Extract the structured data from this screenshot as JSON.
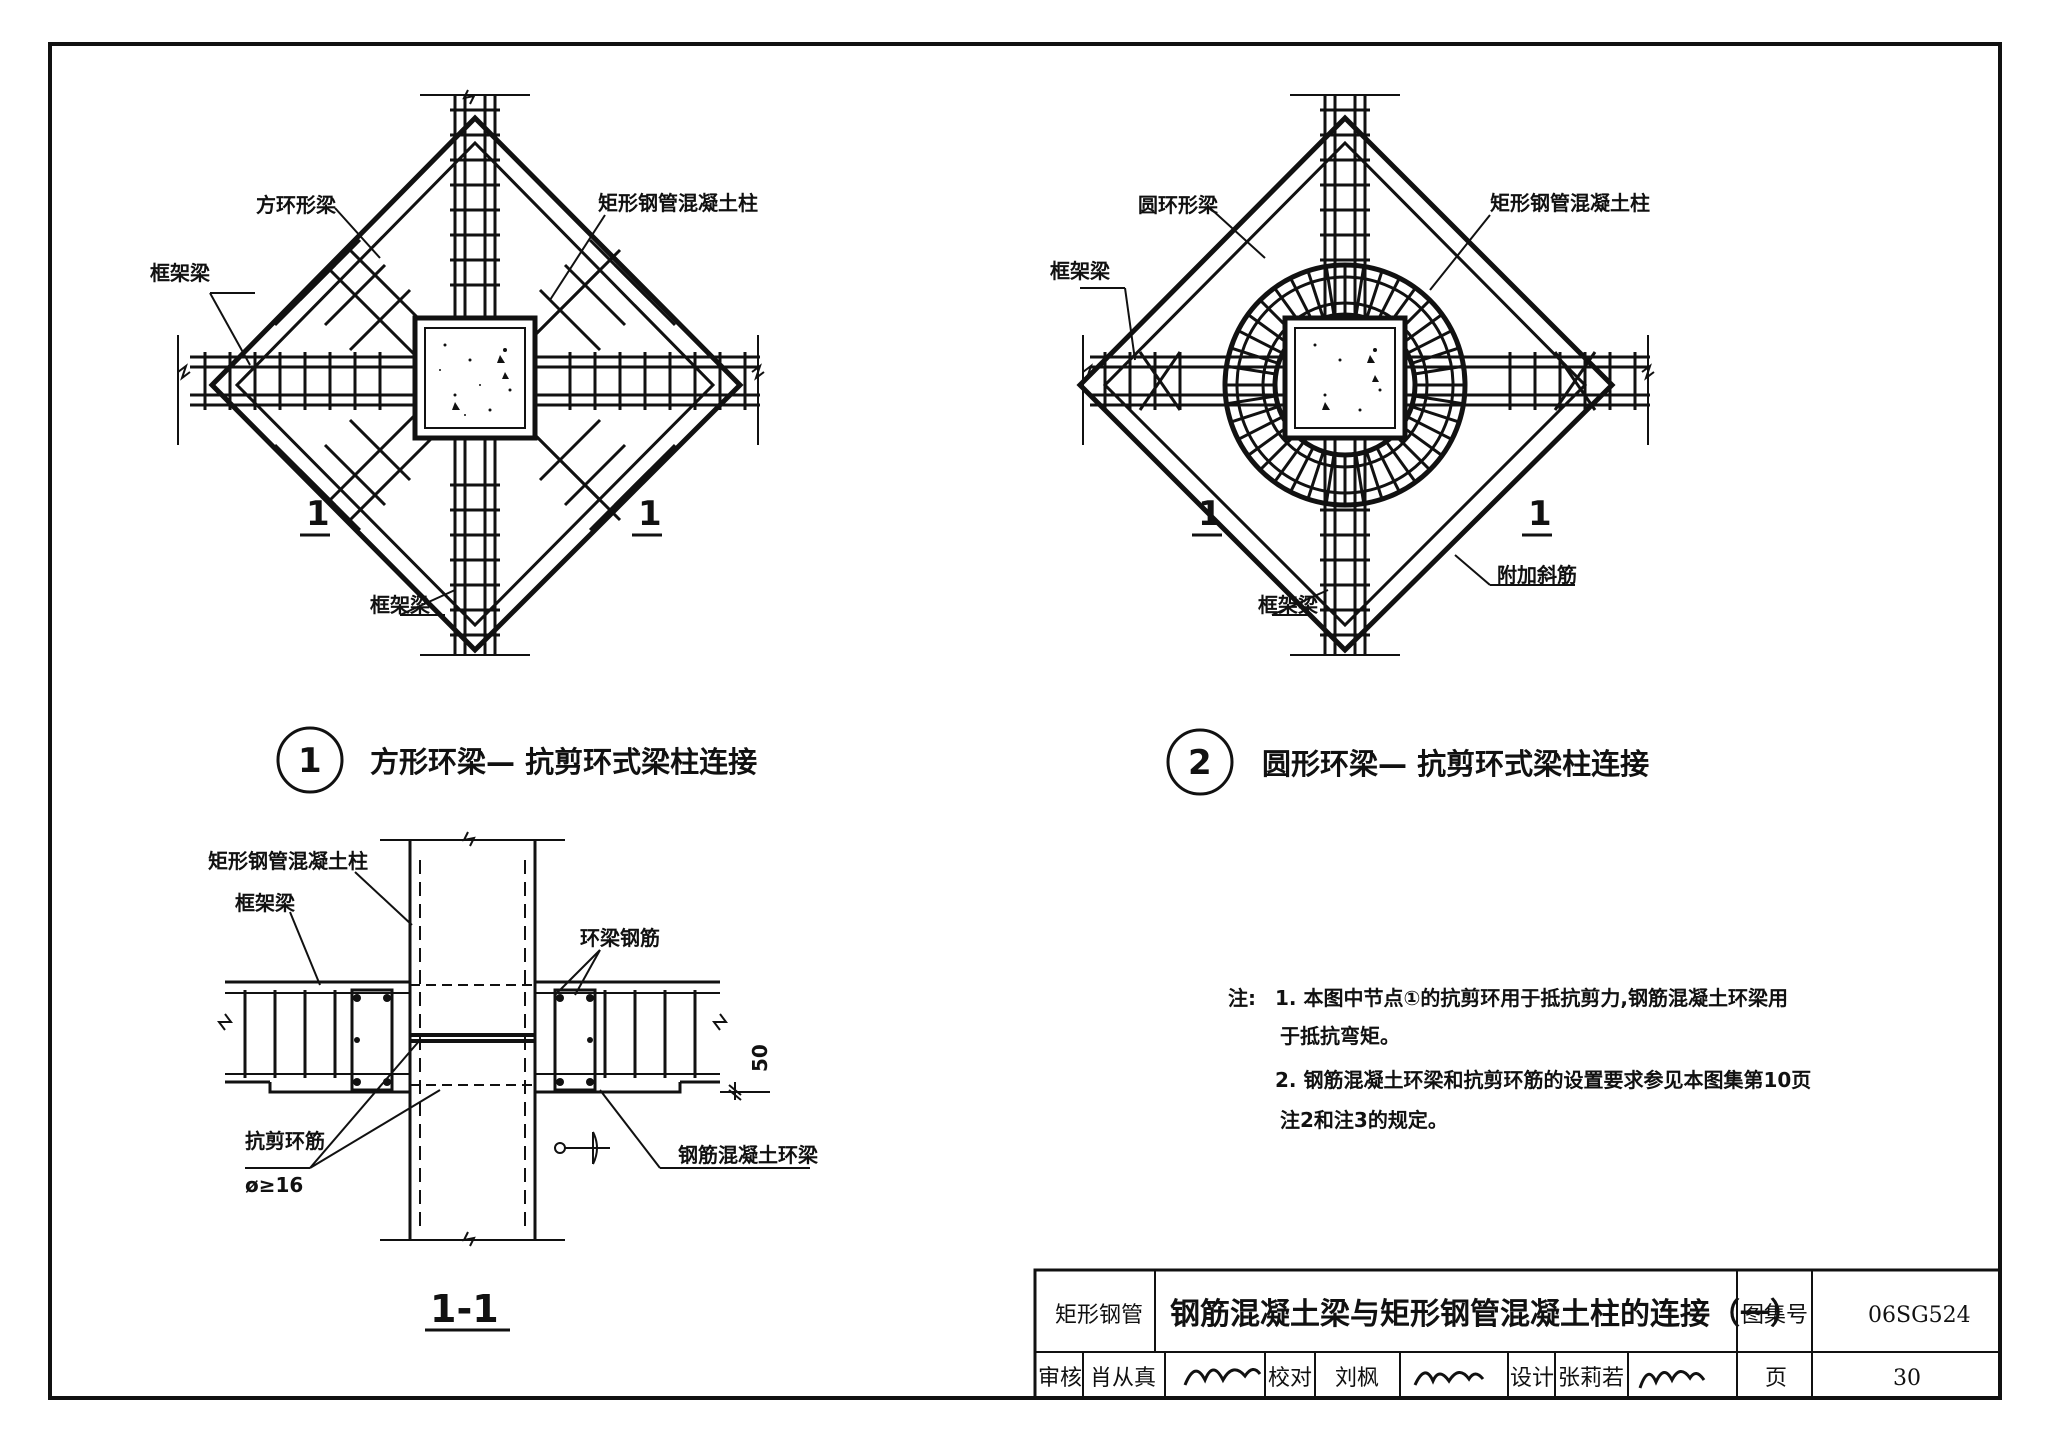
{
  "drawing": {
    "detail1": {
      "number": "1",
      "title": "方形环梁— 抗剪环式梁柱连接",
      "labels": {
        "ring_beam": "方环形梁",
        "column": "矩形钢管混凝土柱",
        "frame_beam_left": "框架梁",
        "frame_beam_bottom": "框架梁",
        "section_left": "1",
        "section_right": "1"
      }
    },
    "detail2": {
      "number": "2",
      "title": "圆形环梁— 抗剪环式梁柱连接",
      "labels": {
        "ring_beam": "圆环形梁",
        "column": "矩形钢管混凝土柱",
        "frame_beam_left": "框架梁",
        "frame_beam_bottom": "框架梁",
        "extra_bars": "附加斜筋",
        "section_left": "1",
        "section_right": "1"
      }
    },
    "section": {
      "title": "1-1",
      "labels": {
        "column": "矩形钢管混凝土柱",
        "frame_beam": "框架梁",
        "ring_rebar": "环梁钢筋",
        "shear_ring": "抗剪环筋",
        "shear_ring_dia": "ø≥16",
        "rc_ring_beam": "钢筋混凝土环梁",
        "dim_50": "50"
      }
    },
    "notes": {
      "prefix": "注:",
      "line1": "1. 本图中节点①的抗剪环用于抵抗剪力,钢筋混凝土环梁用",
      "line1b": "于抵抗弯矩。",
      "line2": "2. 钢筋混凝土环梁和抗剪环筋的设置要求参见本图集第10页",
      "line2b": "注2和注3的规定。"
    }
  },
  "title_block": {
    "category": "矩形钢管",
    "title": "钢筋混凝土梁与矩形钢管混凝土柱的连接（一）",
    "atlas_label": "图集号",
    "atlas_no": "06SG524",
    "review_label": "审核",
    "reviewer": "肖从真",
    "check_label": "校对",
    "checker": "刘枫",
    "design_label": "设计",
    "designer": "张莉若",
    "page_label": "页",
    "page_no": "30"
  }
}
